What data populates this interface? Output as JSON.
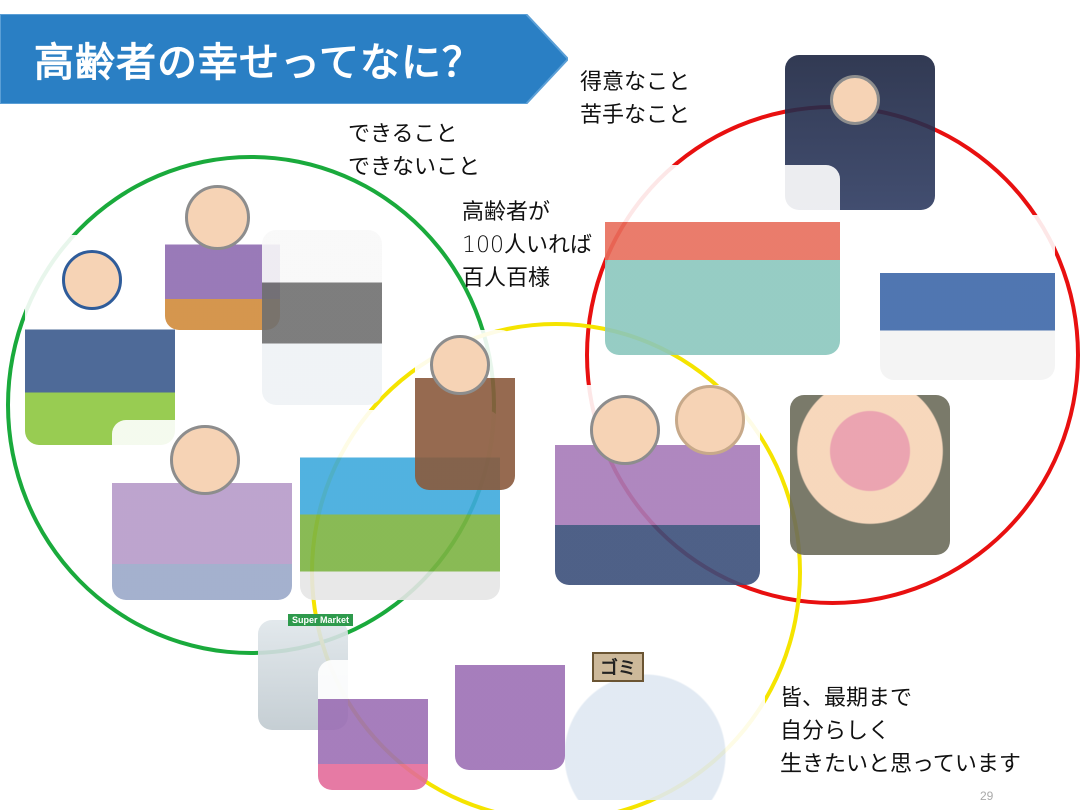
{
  "slide": {
    "title": "高齢者の幸せってなに？",
    "labels": {
      "can_cannot": "できること\nできないこと",
      "good_bad": "得意なこと\n苦手なこと",
      "diversity": "高齢者が\n100人いれば\n百人百様",
      "conclusion": "皆、最期まで\n自分らしく\n生きたいと思っています"
    },
    "illustration_text": {
      "supermarket_sign": "Super Market",
      "garbage_sign": "ゴミ"
    },
    "page_number": "29",
    "colors": {
      "banner": "#2a7fc4",
      "green_circle": "#1aaa3c",
      "red_circle": "#e81010",
      "yellow_circle": "#f5e400"
    }
  }
}
